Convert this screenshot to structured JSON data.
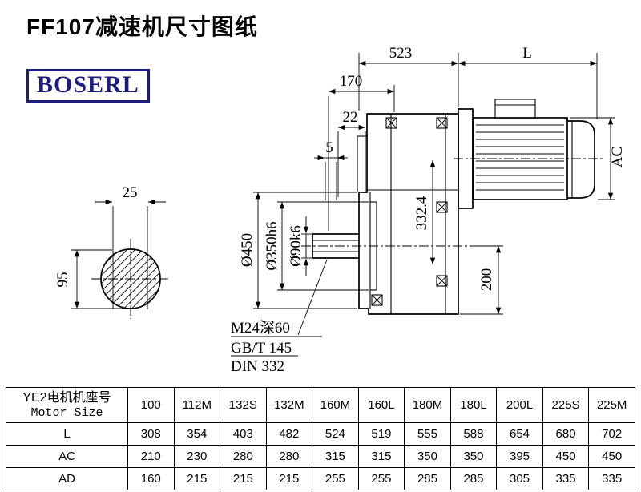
{
  "page": {
    "title": "FF107减速机尺寸图纸",
    "brand": "BOSERL"
  },
  "drawing": {
    "dims": {
      "len_total": "523",
      "len_motor": "L",
      "d170": "170",
      "d22": "22",
      "d5": "5",
      "d25": "25",
      "d95": "95",
      "dia450": "Ø450",
      "dia350": "Ø350h6",
      "dia90": "Ø90k6",
      "d332": "332.4",
      "d200": "200",
      "ac": "AC"
    },
    "notes": {
      "tap": "M24深60",
      "gb": "GB/T 145",
      "din": "DIN 332"
    }
  },
  "table": {
    "header_cn": "YE2电机机座号",
    "header_en": "Motor Size",
    "columns": [
      "100",
      "112M",
      "132S",
      "132M",
      "160M",
      "160L",
      "180M",
      "180L",
      "200L",
      "225S",
      "225M"
    ],
    "rows": [
      {
        "label": "L",
        "values": [
          308,
          354,
          403,
          482,
          524,
          519,
          555,
          588,
          654,
          680,
          702
        ]
      },
      {
        "label": "AC",
        "values": [
          210,
          230,
          280,
          280,
          315,
          315,
          350,
          350,
          395,
          450,
          450
        ]
      },
      {
        "label": "AD",
        "values": [
          160,
          215,
          215,
          215,
          255,
          255,
          285,
          285,
          305,
          335,
          335
        ]
      }
    ]
  }
}
